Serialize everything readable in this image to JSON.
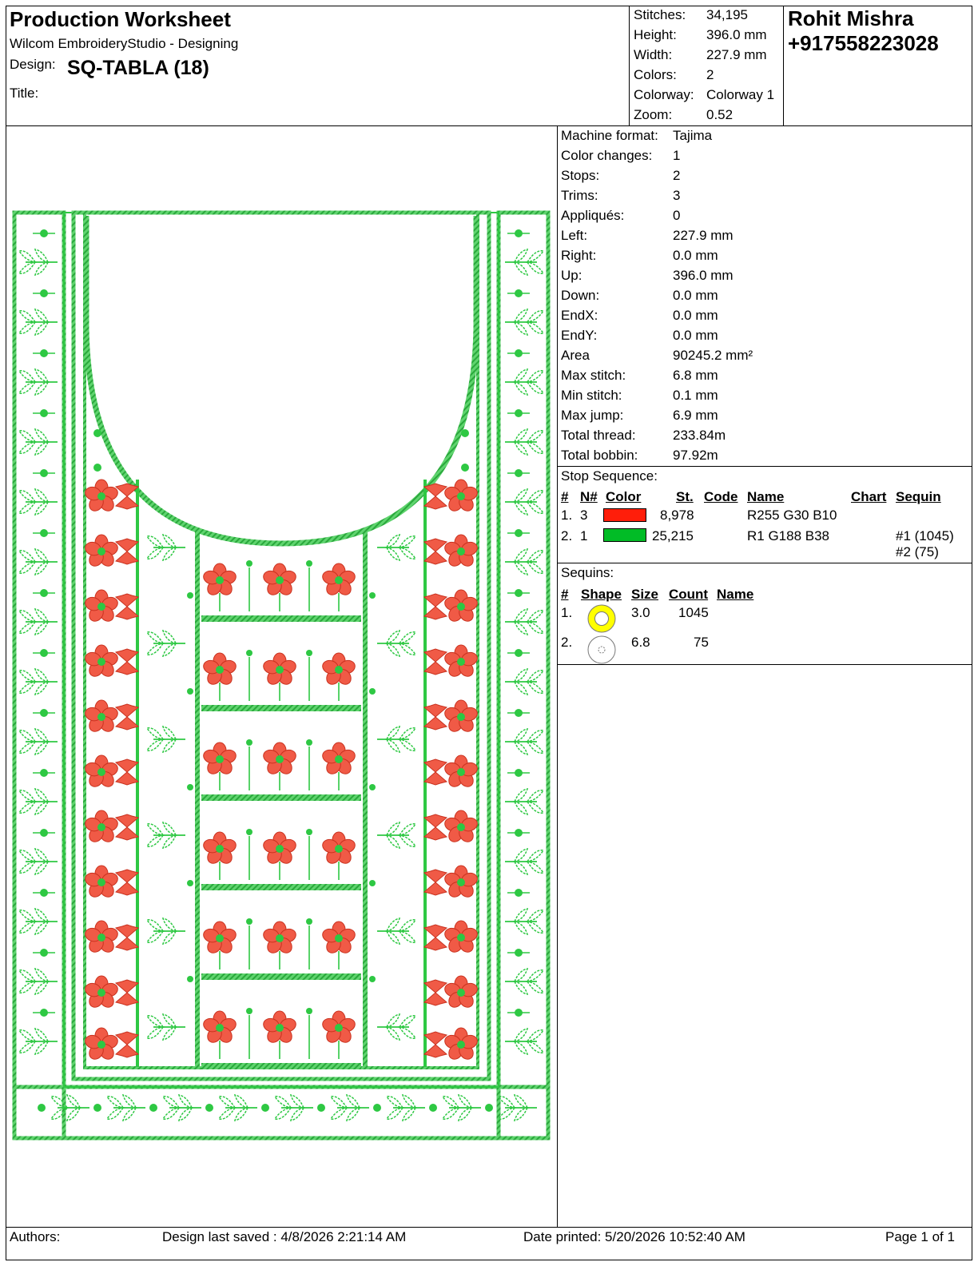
{
  "header": {
    "title": "Production Worksheet",
    "software": "Wilcom EmbroideryStudio - Designing",
    "design_label": "Design:",
    "design_value": "SQ-TABLA (18)",
    "title_label": "Title:",
    "title_value": ""
  },
  "summary": [
    {
      "label": "Stitches:",
      "value": "34,195"
    },
    {
      "label": "Height:",
      "value": "396.0 mm"
    },
    {
      "label": "Width:",
      "value": "227.9 mm"
    },
    {
      "label": "Colors:",
      "value": "2"
    },
    {
      "label": "Colorway:",
      "value": "Colorway 1"
    },
    {
      "label": "Zoom:",
      "value": "0.52"
    }
  ],
  "owner": {
    "name": "Rohit Mishra",
    "phone": "+917558223028"
  },
  "machine": [
    {
      "label": "Machine format:",
      "value": "Tajima"
    },
    {
      "label": "Color changes:",
      "value": "1"
    },
    {
      "label": "Stops:",
      "value": "2"
    },
    {
      "label": "Trims:",
      "value": "3"
    },
    {
      "label": "Appliqués:",
      "value": "0"
    },
    {
      "label": "Left:",
      "value": "227.9 mm"
    },
    {
      "label": "Right:",
      "value": "0.0 mm"
    },
    {
      "label": "Up:",
      "value": "396.0 mm"
    },
    {
      "label": "Down:",
      "value": "0.0 mm"
    },
    {
      "label": "EndX:",
      "value": "0.0 mm"
    },
    {
      "label": "EndY:",
      "value": "0.0 mm"
    },
    {
      "label": "Area",
      "value": "90245.2 mm²"
    },
    {
      "label": "Max stitch:",
      "value": "6.8 mm"
    },
    {
      "label": "Min stitch:",
      "value": "0.1 mm"
    },
    {
      "label": "Max jump:",
      "value": "6.9 mm"
    },
    {
      "label": "Total thread:",
      "value": "233.84m"
    },
    {
      "label": "Total bobbin:",
      "value": "97.92m"
    }
  ],
  "stop_sequence": {
    "title": "Stop Sequence:",
    "headers": {
      "num": "#",
      "n": "N#",
      "color": "Color",
      "st": "St.",
      "code": "Code",
      "name": "Name",
      "chart": "Chart",
      "sequin": "Sequin"
    },
    "rows": [
      {
        "num": "1.",
        "n": "3",
        "color": "#ff1e0a",
        "st": "8,978",
        "code": "",
        "name": "R255 G30 B10",
        "chart": "",
        "sequin": ""
      },
      {
        "num": "2.",
        "n": "1",
        "color": "#01bc26",
        "st": "25,215",
        "code": "",
        "name": "R1 G188 B38",
        "chart": "",
        "sequin": "#1 (1045)",
        "sequin2": "#2 (75)"
      }
    ]
  },
  "sequins": {
    "title": "Sequins:",
    "headers": {
      "num": "#",
      "shape": "Shape",
      "size": "Size",
      "count": "Count",
      "name": "Name"
    },
    "rows": [
      {
        "num": "1.",
        "size": "3.0",
        "count": "1045",
        "name": "",
        "color": "#ffff00"
      },
      {
        "num": "2.",
        "size": "6.8",
        "count": "75",
        "name": "",
        "color": "#ffffff"
      }
    ]
  },
  "footer": {
    "authors": "Authors:",
    "saved": "Design last saved : 4/8/2026 2:21:14 AM",
    "printed": "Date printed: 5/20/2026 10:52:40 AM",
    "page": "Page 1 of 1"
  },
  "colors": {
    "red_thread": "#f05a46",
    "green_thread": "#2ec843",
    "green_light": "#8fe39b"
  }
}
